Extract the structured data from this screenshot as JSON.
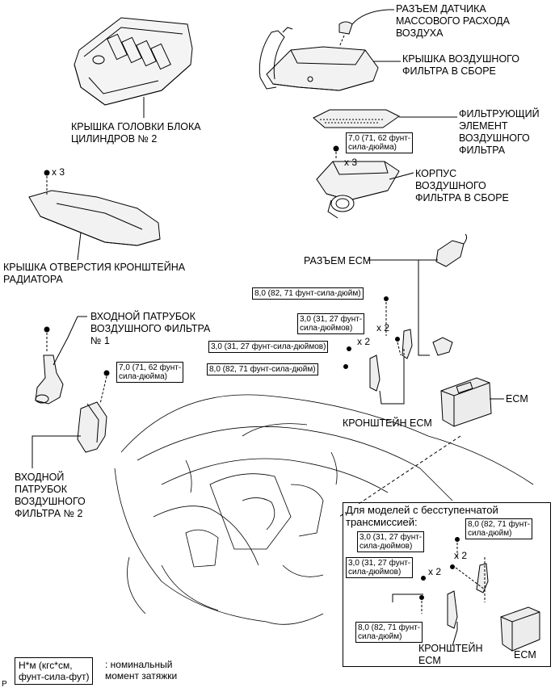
{
  "parts": {
    "engine_cover": "КРЫШКА ГОЛОВКИ БЛОКА\nЦИЛИНДРОВ № 2",
    "maf_connector": "РАЗЪЕМ ДАТЧИКА\nМАССОВОГО РАСХОДА\nВОЗДУХА",
    "air_cleaner_cap": "КРЫШКА ВОЗДУШНОГО\nФИЛЬТРА В СБОРЕ",
    "filter_element": "ФИЛЬТРУЮЩИЙ\nЭЛЕМЕНТ\nВОЗДУШНОГО\nФИЛЬТРА",
    "air_cleaner_case": "КОРПУС\nВОЗДУШНОГО\nФИЛЬТРА В СБОРЕ",
    "radiator_cover": "КРЫШКА ОТВЕРСТИЯ КРОНШТЕЙНА\nРАДИАТОРА",
    "ecm_connector": "РАЗЪЕМ ECM",
    "inlet_1": "ВХОДНОЙ ПАТРУБОК\nВОЗДУШНОГО ФИЛЬТРА\n№ 1",
    "inlet_2": "ВХОДНОЙ\nПАТРУБОК\nВОЗДУШНОГО\nФИЛЬТРА № 2",
    "ecm": "ECM",
    "ecm_bracket": "КРОНШТЕЙН ECM",
    "inset_ecm_bracket": "КРОНШТЕЙН\nECM",
    "inset_ecm": "ECM"
  },
  "torques": {
    "t_case": "7,0 (71, 62 фунт-\nсила-дюйма)",
    "t_inlet": "7,0 (71, 62 фунт-\nсила-дюйма)",
    "t_ecm_top": "8,0 (82, 71 фунт-сила-дюйм)",
    "t_ecm_mid": "3,0 (31, 27 фунт-\nсила-дюймов)",
    "t_ecm_long": "3,0 (31, 27 фунт-сила-дюймов)",
    "t_ecm_low": "8,0 (82, 71 фунт-сила-дюйм)",
    "t_inset_r": "8,0 (82, 71 фунт-\nсила-дюйм)",
    "t_inset_a": "3,0 (31, 27 фунт-\nсила-дюймов)",
    "t_inset_b": "3,0 (31, 27 фунт-\nсила-дюймов)",
    "t_inset_c": "8,0 (82, 71 фунт-\nсила-дюйм)"
  },
  "quantities": {
    "q_radiator": "x 3",
    "q_case": "x 3",
    "q_ecm_a": "x 2",
    "q_ecm_b": "x 2",
    "q_inset_a": "x 2",
    "q_inset_b": "x 2"
  },
  "inset": {
    "title": "Для моделей с бесступенчатой\nтрансмиссией:"
  },
  "legend": {
    "unit_box": "Н*м (кгс*см,\nфунт-сила-фут)",
    "description": ": номинальный\nмомент затяжки"
  },
  "corner_mark": "P"
}
